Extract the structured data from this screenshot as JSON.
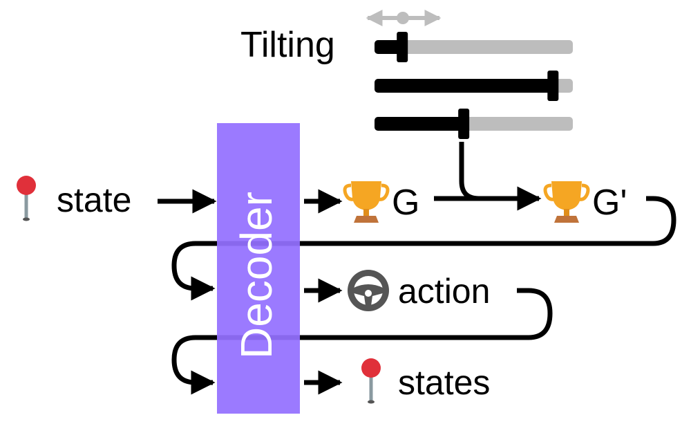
{
  "tilting": {
    "label": "Tilting",
    "sliders": [
      {
        "name": "slider-1",
        "value": 0.14
      },
      {
        "name": "slider-2",
        "value": 0.9
      },
      {
        "name": "slider-3",
        "value": 0.45
      }
    ],
    "track_color": "#BDBDBD",
    "fill_color": "#000000",
    "hint_color": "#BDBDBD"
  },
  "decoder": {
    "label": "Decoder",
    "color": "#9370FF"
  },
  "labels": {
    "state": "state",
    "g": "G",
    "g_prime": "G'",
    "action": "action",
    "states": "states"
  },
  "icons": {
    "state": "map-pin-icon",
    "g": "trophy-icon",
    "g_prime": "trophy-icon",
    "action": "steering-wheel-icon",
    "states": "map-pin-icon"
  },
  "colors": {
    "pin_head": "#E0303A",
    "pin_needle": "#8A9AA0",
    "trophy": "#F5A623",
    "trophy_base": "#C0733A",
    "wheel": "#555555"
  }
}
